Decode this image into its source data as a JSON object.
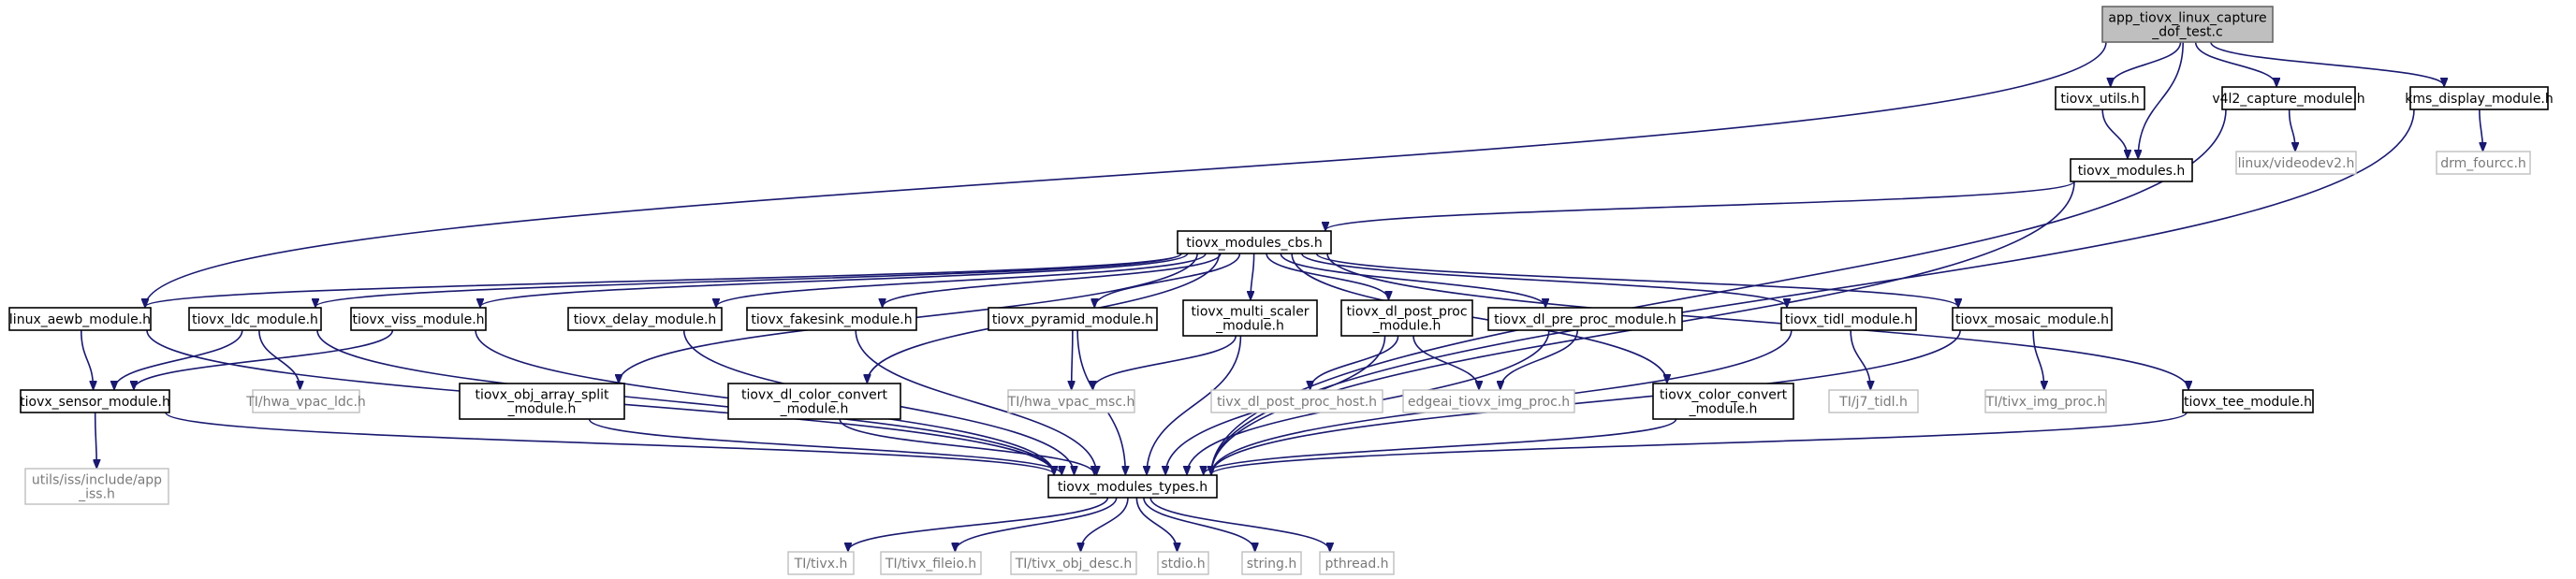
{
  "colors": {
    "edge": "#191970",
    "root_fill": "#bfbfbf",
    "external_border": "#bfbfbf",
    "external_text": "#7a7a7a"
  },
  "nodes": {
    "root": {
      "lines": [
        "app_tiovx_linux_capture",
        "_dof_test.c"
      ],
      "kind": "root"
    },
    "tiovx_utils": {
      "lines": [
        "tiovx_utils.h"
      ],
      "kind": "internal"
    },
    "v4l2_capture": {
      "lines": [
        "v4l2_capture_module.h"
      ],
      "kind": "internal"
    },
    "kms_display": {
      "lines": [
        "kms_display_module.h"
      ],
      "kind": "internal"
    },
    "tiovx_modules": {
      "lines": [
        "tiovx_modules.h"
      ],
      "kind": "internal"
    },
    "videodev2": {
      "lines": [
        "linux/videodev2.h"
      ],
      "kind": "external"
    },
    "drm_fourcc": {
      "lines": [
        "drm_fourcc.h"
      ],
      "kind": "external"
    },
    "cbs": {
      "lines": [
        "tiovx_modules_cbs.h"
      ],
      "kind": "internal"
    },
    "linux_aewb": {
      "lines": [
        "linux_aewb_module.h"
      ],
      "kind": "internal"
    },
    "ldc": {
      "lines": [
        "tiovx_ldc_module.h"
      ],
      "kind": "internal"
    },
    "viss": {
      "lines": [
        "tiovx_viss_module.h"
      ],
      "kind": "internal"
    },
    "delay": {
      "lines": [
        "tiovx_delay_module.h"
      ],
      "kind": "internal"
    },
    "fakesink": {
      "lines": [
        "tiovx_fakesink_module.h"
      ],
      "kind": "internal"
    },
    "pyramid": {
      "lines": [
        "tiovx_pyramid_module.h"
      ],
      "kind": "internal"
    },
    "multi_scaler": {
      "lines": [
        "tiovx_multi_scaler",
        "_module.h"
      ],
      "kind": "internal"
    },
    "dl_post": {
      "lines": [
        "tiovx_dl_post_proc",
        "_module.h"
      ],
      "kind": "internal"
    },
    "dl_pre": {
      "lines": [
        "tiovx_dl_pre_proc_module.h"
      ],
      "kind": "internal"
    },
    "tidl": {
      "lines": [
        "tiovx_tidl_module.h"
      ],
      "kind": "internal"
    },
    "mosaic": {
      "lines": [
        "tiovx_mosaic_module.h"
      ],
      "kind": "internal"
    },
    "sensor": {
      "lines": [
        "tiovx_sensor_module.h"
      ],
      "kind": "internal"
    },
    "hwa_ldc": {
      "lines": [
        "TI/hwa_vpac_ldc.h"
      ],
      "kind": "external"
    },
    "obj_array_split": {
      "lines": [
        "tiovx_obj_array_split",
        "_module.h"
      ],
      "kind": "internal"
    },
    "dl_color_convert": {
      "lines": [
        "tiovx_dl_color_convert",
        "_module.h"
      ],
      "kind": "internal"
    },
    "hwa_msc": {
      "lines": [
        "TI/hwa_vpac_msc.h"
      ],
      "kind": "external"
    },
    "dl_post_host": {
      "lines": [
        "tivx_dl_post_proc_host.h"
      ],
      "kind": "external"
    },
    "edgeai_img_proc": {
      "lines": [
        "edgeai_tiovx_img_proc.h"
      ],
      "kind": "external"
    },
    "color_convert": {
      "lines": [
        "tiovx_color_convert",
        "_module.h"
      ],
      "kind": "internal"
    },
    "j7_tidl": {
      "lines": [
        "TI/j7_tidl.h"
      ],
      "kind": "external"
    },
    "tivx_img_proc": {
      "lines": [
        "TI/tivx_img_proc.h"
      ],
      "kind": "external"
    },
    "tee": {
      "lines": [
        "tiovx_tee_module.h"
      ],
      "kind": "internal"
    },
    "app_iss": {
      "lines": [
        "utils/iss/include/app",
        "_iss.h"
      ],
      "kind": "external"
    },
    "types": {
      "lines": [
        "tiovx_modules_types.h"
      ],
      "kind": "internal"
    },
    "tivx": {
      "lines": [
        "TI/tivx.h"
      ],
      "kind": "external"
    },
    "tivx_fileio": {
      "lines": [
        "TI/tivx_fileio.h"
      ],
      "kind": "external"
    },
    "tivx_obj_desc": {
      "lines": [
        "TI/tivx_obj_desc.h"
      ],
      "kind": "external"
    },
    "stdio": {
      "lines": [
        "stdio.h"
      ],
      "kind": "external"
    },
    "string": {
      "lines": [
        "string.h"
      ],
      "kind": "external"
    },
    "pthread": {
      "lines": [
        "pthread.h"
      ],
      "kind": "external"
    }
  },
  "edges": [
    [
      "root",
      "tiovx_utils"
    ],
    [
      "root",
      "tiovx_modules"
    ],
    [
      "root",
      "v4l2_capture"
    ],
    [
      "root",
      "kms_display"
    ],
    [
      "root",
      "linux_aewb"
    ],
    [
      "tiovx_utils",
      "tiovx_modules"
    ],
    [
      "v4l2_capture",
      "videodev2"
    ],
    [
      "v4l2_capture",
      "types"
    ],
    [
      "kms_display",
      "drm_fourcc"
    ],
    [
      "kms_display",
      "types"
    ],
    [
      "tiovx_modules",
      "cbs"
    ],
    [
      "tiovx_modules",
      "types"
    ],
    [
      "cbs",
      "linux_aewb"
    ],
    [
      "cbs",
      "ldc"
    ],
    [
      "cbs",
      "viss"
    ],
    [
      "cbs",
      "obj_array_split"
    ],
    [
      "cbs",
      "delay"
    ],
    [
      "cbs",
      "fakesink"
    ],
    [
      "cbs",
      "dl_color_convert"
    ],
    [
      "cbs",
      "pyramid"
    ],
    [
      "cbs",
      "multi_scaler"
    ],
    [
      "cbs",
      "dl_post"
    ],
    [
      "cbs",
      "dl_pre"
    ],
    [
      "cbs",
      "color_convert"
    ],
    [
      "cbs",
      "tidl"
    ],
    [
      "cbs",
      "mosaic"
    ],
    [
      "cbs",
      "tee"
    ],
    [
      "linux_aewb",
      "sensor"
    ],
    [
      "linux_aewb",
      "types"
    ],
    [
      "ldc",
      "sensor"
    ],
    [
      "ldc",
      "hwa_ldc"
    ],
    [
      "ldc",
      "types"
    ],
    [
      "viss",
      "sensor"
    ],
    [
      "viss",
      "types"
    ],
    [
      "sensor",
      "app_iss"
    ],
    [
      "sensor",
      "types"
    ],
    [
      "obj_array_split",
      "types"
    ],
    [
      "delay",
      "types"
    ],
    [
      "fakesink",
      "types"
    ],
    [
      "dl_color_convert",
      "types"
    ],
    [
      "pyramid",
      "hwa_msc"
    ],
    [
      "pyramid",
      "types"
    ],
    [
      "multi_scaler",
      "hwa_msc"
    ],
    [
      "multi_scaler",
      "types"
    ],
    [
      "dl_post",
      "dl_post_host"
    ],
    [
      "dl_post",
      "edgeai_img_proc"
    ],
    [
      "dl_post",
      "types"
    ],
    [
      "dl_pre",
      "edgeai_img_proc"
    ],
    [
      "dl_pre",
      "types"
    ],
    [
      "color_convert",
      "types"
    ],
    [
      "tidl",
      "j7_tidl"
    ],
    [
      "tidl",
      "types"
    ],
    [
      "mosaic",
      "tivx_img_proc"
    ],
    [
      "mosaic",
      "types"
    ],
    [
      "tee",
      "types"
    ],
    [
      "types",
      "tivx"
    ],
    [
      "types",
      "tivx_fileio"
    ],
    [
      "types",
      "tivx_obj_desc"
    ],
    [
      "types",
      "stdio"
    ],
    [
      "types",
      "string"
    ],
    [
      "types",
      "pthread"
    ]
  ]
}
